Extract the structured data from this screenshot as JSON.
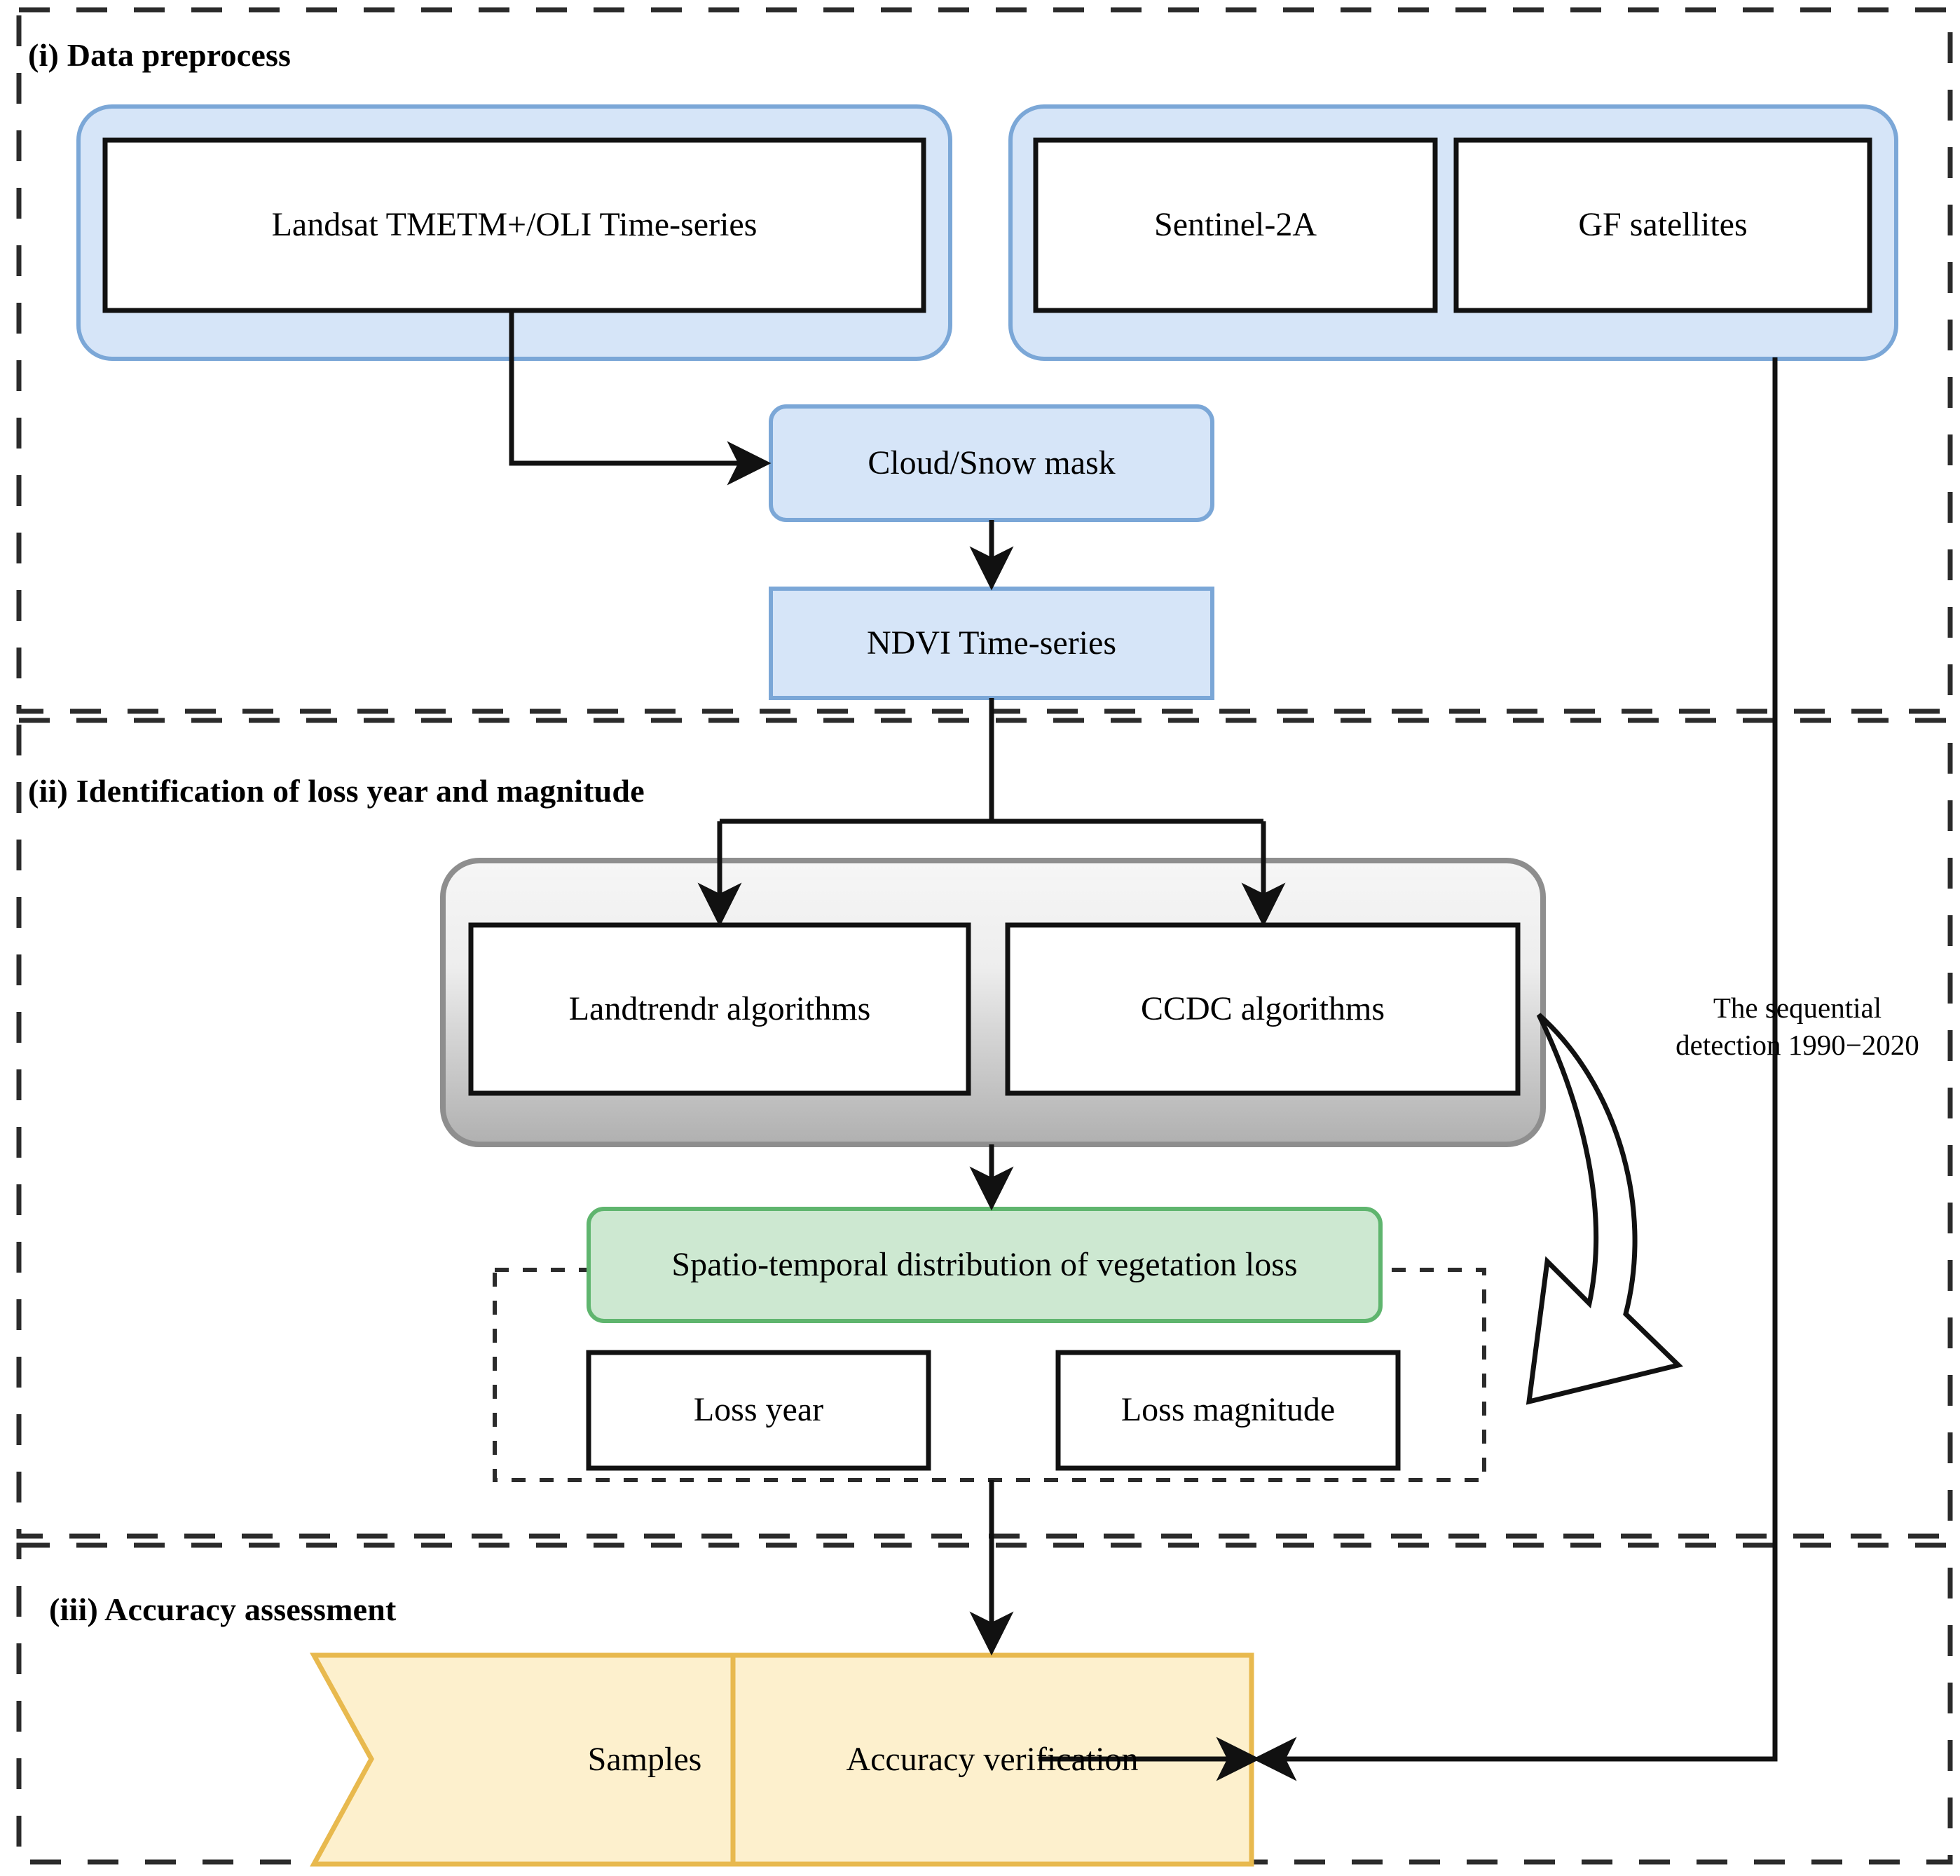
{
  "figure": {
    "type": "flowchart",
    "sections": [
      {
        "id": "i",
        "label": "(i) Data preprocess"
      },
      {
        "id": "ii",
        "label": "(ii) Identification of loss year and magnitude"
      },
      {
        "id": "iii",
        "label": "(iii) Accuracy assessment"
      }
    ]
  },
  "nodes": {
    "landsat": "Landsat TMETM+/OLI Time-series",
    "sentinel": "Sentinel-2A",
    "gf": "GF satellites",
    "cloud_mask": "Cloud/Snow mask",
    "ndvi": "NDVI Time-series",
    "landtrendr": "Landtrendr  algorithms",
    "ccdc": "CCDC algorithms",
    "spatio": "Spatio-temporal distribution of vegetation loss",
    "loss_year": "Loss year",
    "loss_magnitude": "Loss magnitude",
    "samples": "Samples",
    "accuracy": "Accuracy verification"
  },
  "annotations": {
    "sequential_line1": "The sequential",
    "sequential_line2": "detection 1990−2020"
  },
  "colors": {
    "blue_fill": "#d6e5f8",
    "blue_stroke": "#7ba7d7",
    "green_fill": "#cde8d1",
    "green_stroke": "#5fb56e",
    "yellow_fill": "#fdf0cd",
    "yellow_stroke": "#e8b94e",
    "gray_top": "#f4f4f4",
    "gray_bottom": "#b4b4b4",
    "gray_stroke": "#8e8e8e",
    "line": "#1a1a1a",
    "white_fill": "#ffffff",
    "black_stroke": "#000000"
  }
}
